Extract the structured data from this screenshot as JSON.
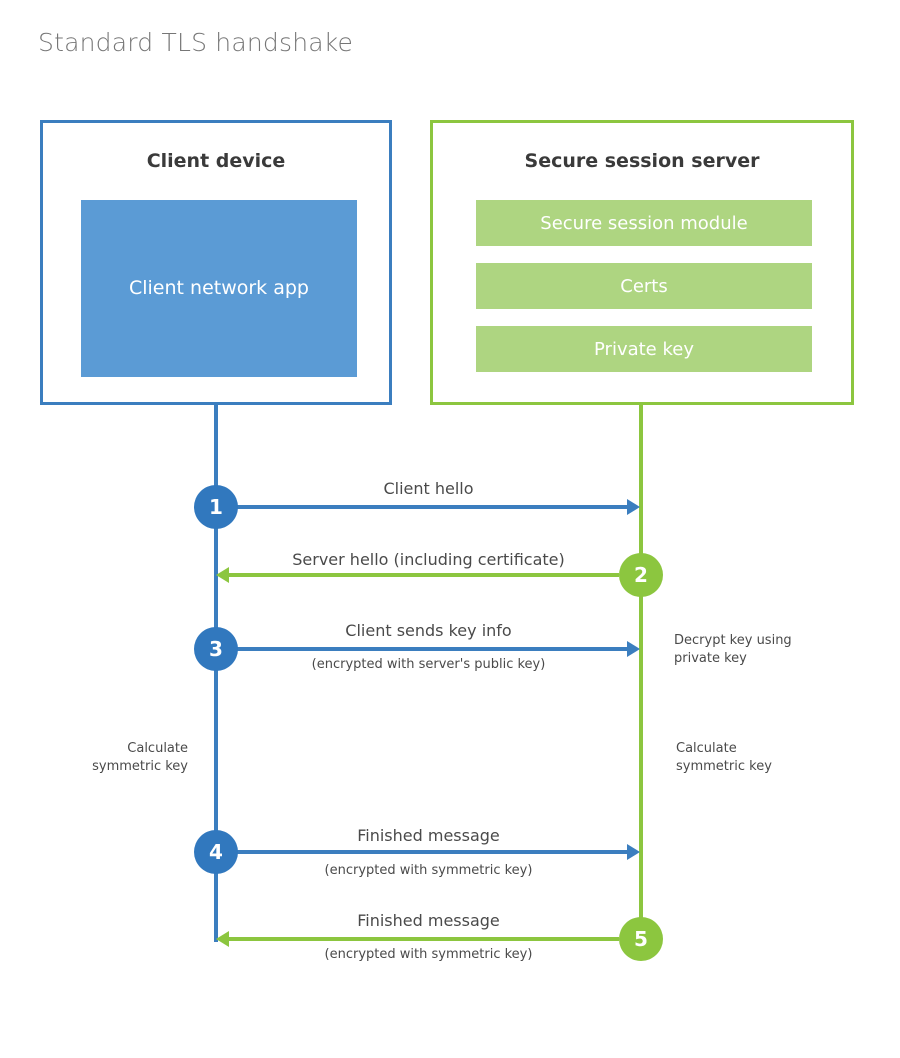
{
  "title": "Standard TLS handshake",
  "client_panel": {
    "title": "Client device",
    "app_label": "Client network app"
  },
  "server_panel": {
    "title": "Secure session server",
    "bars": [
      {
        "label": "Secure session module"
      },
      {
        "label": "Certs"
      },
      {
        "label": "Private key"
      }
    ]
  },
  "colors": {
    "client_border": "#3B7EBF",
    "client_fill": "#5B9BD5",
    "server_border": "#8CC63F",
    "server_fill": "#AED581",
    "title_text": "#767676",
    "body_text": "#4a4a4a"
  },
  "steps": [
    {
      "number": "1",
      "label": "Client hello",
      "sublabel": "",
      "direction": "client-to-server",
      "color": "blue"
    },
    {
      "number": "2",
      "label": "Server hello (including certificate)",
      "sublabel": "",
      "direction": "server-to-client",
      "color": "green"
    },
    {
      "number": "3",
      "label": "Client sends key info",
      "sublabel": "(encrypted with server's public key)",
      "direction": "client-to-server",
      "color": "blue"
    },
    {
      "number": "4",
      "label": "Finished message",
      "sublabel": "(encrypted with symmetric key)",
      "direction": "client-to-server",
      "color": "blue"
    },
    {
      "number": "5",
      "label": "Finished message",
      "sublabel": "(encrypted with symmetric key)",
      "direction": "server-to-client",
      "color": "green"
    }
  ],
  "notes": {
    "decrypt_key": "Decrypt key using\nprivate key",
    "calc_key_client": "Calculate\nsymmetric key",
    "calc_key_server": "Calculate\nsymmetric key"
  }
}
